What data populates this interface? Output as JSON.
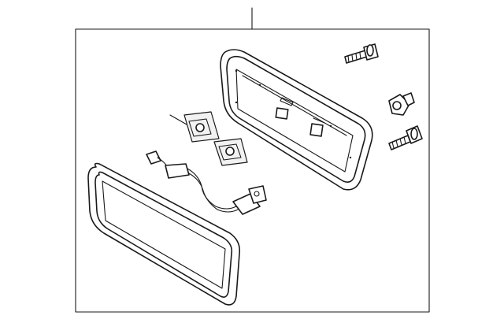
{
  "diagram": {
    "parts": [
      {
        "name": "license-plate-housing"
      },
      {
        "name": "license-lamp-bracket"
      },
      {
        "name": "license-lamp-wiring-harness"
      },
      {
        "name": "lens-cover"
      },
      {
        "name": "bolt"
      },
      {
        "name": "clip-nut"
      },
      {
        "name": "screw"
      }
    ],
    "colors": {
      "line": "#1a1a1a",
      "background": "#ffffff"
    }
  }
}
